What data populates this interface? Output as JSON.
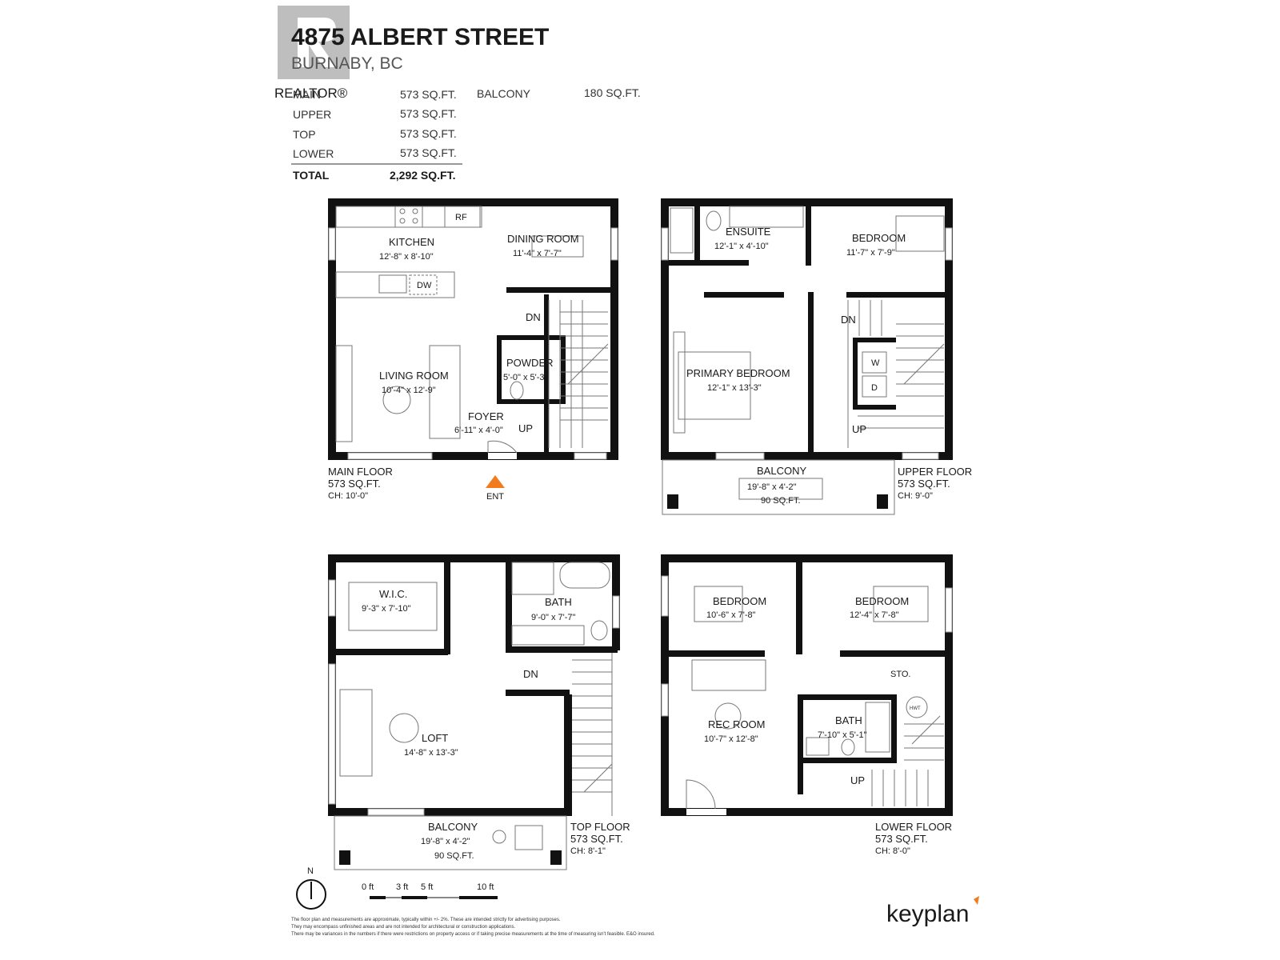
{
  "header": {
    "address": "4875 ALBERT STREET",
    "city": "BURNABY, BC",
    "watermark": "REALTOR®"
  },
  "areas": {
    "main_label": "MAIN",
    "main_value": "573 SQ.FT.",
    "upper_label": "UPPER",
    "upper_value": "573 SQ.FT.",
    "top_label": "TOP",
    "top_value": "573 SQ.FT.",
    "lower_label": "LOWER",
    "lower_value": "573 SQ.FT.",
    "total_label": "TOTAL",
    "total_value": "2,292 SQ.FT.",
    "balcony_label": "BALCONY",
    "balcony_value": "180 SQ.FT."
  },
  "main_floor": {
    "kitchen": "KITCHEN",
    "kitchen_dim": "12'-8\"  x  8'-10\"",
    "dining": "DINING ROOM",
    "dining_dim": "11'-4\"  x  7'-7\"",
    "living": "LIVING ROOM",
    "living_dim": "10'-4\"  x  12'-9\"",
    "powder": "POWDER",
    "powder_dim": "5'-0\"  x  5'-3\"",
    "foyer": "FOYER",
    "foyer_dim": "6'-11\"  x  4'-0\"",
    "rf": "RF",
    "dw": "DW",
    "dn": "DN",
    "up": "UP",
    "label": "MAIN FLOOR",
    "area": "573 SQ.FT.",
    "ch": "CH: 10'-0\"",
    "ent": "ENT"
  },
  "upper_floor": {
    "ensuite": "ENSUITE",
    "ensuite_dim": "12'-1\"  x  4'-10\"",
    "bedroom": "BEDROOM",
    "bedroom_dim": "11'-7\"  x  7'-9\"",
    "primary": "PRIMARY BEDROOM",
    "primary_dim": "12'-1\"  x  13'-3\"",
    "balcony": "BALCONY",
    "balcony_dim": "19'-8\"  x  4'-2\"",
    "balcony_area": "90 SQ.FT.",
    "w": "W",
    "d": "D",
    "dn": "DN",
    "up": "UP",
    "label": "UPPER FLOOR",
    "area": "573 SQ.FT.",
    "ch": "CH: 9'-0\""
  },
  "top_floor": {
    "wic": "W.I.C.",
    "wic_dim": "9'-3\"  x  7'-10\"",
    "bath": "BATH",
    "bath_dim": "9'-0\"  x  7'-7\"",
    "loft": "LOFT",
    "loft_dim": "14'-8\"  x  13'-3\"",
    "balcony": "BALCONY",
    "balcony_dim": "19'-8\"  x  4'-2\"",
    "balcony_area": "90 SQ.FT.",
    "dn": "DN",
    "label": "TOP FLOOR",
    "area": "573 SQ.FT.",
    "ch": "CH: 8'-1\""
  },
  "lower_floor": {
    "bed1": "BEDROOM",
    "bed1_dim": "10'-6\"  x  7'-8\"",
    "bed2": "BEDROOM",
    "bed2_dim": "12'-4\"  x  7'-8\"",
    "rec": "REC ROOM",
    "rec_dim": "10'-7\"  x  12'-8\"",
    "bath": "BATH",
    "bath_dim": "7'-10\"  x  5'-1\"",
    "sto": "STO.",
    "hwt": "HWT",
    "up": "UP",
    "label": "LOWER FLOOR",
    "area": "573 SQ.FT.",
    "ch": "CH: 8'-0\""
  },
  "legend": {
    "north": "N",
    "scale_0": "0 ft",
    "scale_3": "3 ft",
    "scale_5": "5 ft",
    "scale_10": "10 ft"
  },
  "disclaimer": {
    "line1": "The floor plan and measurements are approximate, typically within +/- 2%. These are intended strictly for advertising purposes.",
    "line2": "They may encompass unfinished areas and are not intended for architectural or construction applications.",
    "line3": "There may be variances in the numbers if there were restrictions on property access or if taking precise measurements at the time of measuring isn't feasible. E&O insured."
  },
  "brand": {
    "name": "keyplan",
    "accent": "#f07c1e"
  },
  "colors": {
    "wall": "#111111",
    "entry_marker": "#f07c1e"
  }
}
